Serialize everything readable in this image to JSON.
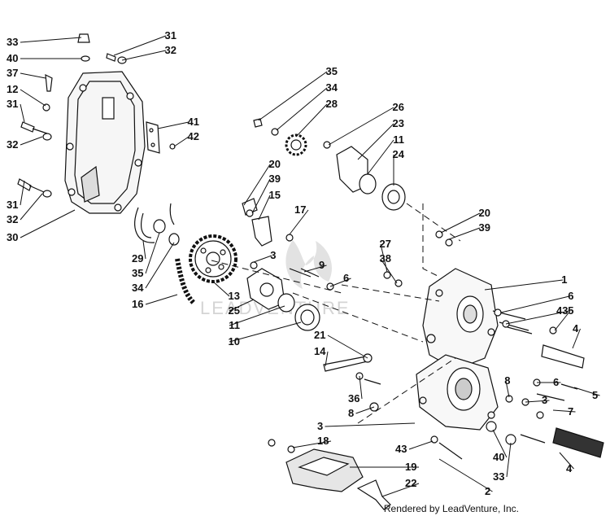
{
  "diagram": {
    "credit": "Rendered by LeadVenture, Inc.",
    "watermark": "LEADVENTURE",
    "callouts": [
      {
        "label": "33"
      },
      {
        "label": "40"
      },
      {
        "label": "37"
      },
      {
        "label": "12"
      },
      {
        "label": "31"
      },
      {
        "label": "32"
      },
      {
        "label": "31"
      },
      {
        "label": "32"
      },
      {
        "label": "30"
      },
      {
        "label": "31"
      },
      {
        "label": "32"
      },
      {
        "label": "41"
      },
      {
        "label": "42"
      },
      {
        "label": "35"
      },
      {
        "label": "34"
      },
      {
        "label": "28"
      },
      {
        "label": "26"
      },
      {
        "label": "23"
      },
      {
        "label": "11"
      },
      {
        "label": "24"
      },
      {
        "label": "20"
      },
      {
        "label": "39"
      },
      {
        "label": "15"
      },
      {
        "label": "17"
      },
      {
        "label": "20"
      },
      {
        "label": "39"
      },
      {
        "label": "29"
      },
      {
        "label": "35"
      },
      {
        "label": "34"
      },
      {
        "label": "16"
      },
      {
        "label": "3"
      },
      {
        "label": "9"
      },
      {
        "label": "13"
      },
      {
        "label": "25"
      },
      {
        "label": "11"
      },
      {
        "label": "10"
      },
      {
        "label": "27"
      },
      {
        "label": "38"
      },
      {
        "label": "6"
      },
      {
        "label": "1"
      },
      {
        "label": "6"
      },
      {
        "label": "5"
      },
      {
        "label": "43"
      },
      {
        "label": "4"
      },
      {
        "label": "21"
      },
      {
        "label": "14"
      },
      {
        "label": "36"
      },
      {
        "label": "8"
      },
      {
        "label": "3"
      },
      {
        "label": "18"
      },
      {
        "label": "8"
      },
      {
        "label": "6"
      },
      {
        "label": "5"
      },
      {
        "label": "3"
      },
      {
        "label": "7"
      },
      {
        "label": "43"
      },
      {
        "label": "40"
      },
      {
        "label": "33"
      },
      {
        "label": "4"
      },
      {
        "label": "19"
      },
      {
        "label": "22"
      },
      {
        "label": "2"
      }
    ]
  }
}
